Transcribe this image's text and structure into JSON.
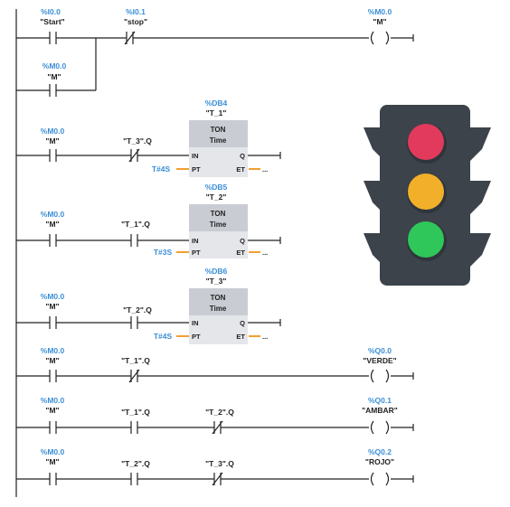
{
  "rungs": [
    {
      "contacts": [
        {
          "address": "%I0.0",
          "name": "\"Start\"",
          "type": "NO"
        },
        {
          "address": "%I0.1",
          "name": "\"stop\"",
          "type": "NC"
        }
      ],
      "branch": {
        "address": "%M0.0",
        "name": "\"M\"",
        "type": "NO"
      },
      "coil": {
        "address": "%M0.0",
        "name": "\"M\""
      }
    },
    {
      "contacts": [
        {
          "address": "%M0.0",
          "name": "\"M\"",
          "type": "NO"
        },
        {
          "name": "\"T_3\".Q",
          "type": "NC"
        }
      ],
      "timer": {
        "db": "%DB4",
        "name": "\"T_1\"",
        "type": "TON",
        "subtitle": "Time",
        "pt": "T#4S",
        "pin_in": "IN",
        "pin_pt": "PT",
        "pin_q": "Q",
        "pin_et": "ET",
        "et_tail": "..."
      }
    },
    {
      "contacts": [
        {
          "address": "%M0.0",
          "name": "\"M\"",
          "type": "NO"
        },
        {
          "name": "\"T_1\".Q",
          "type": "NO"
        }
      ],
      "timer": {
        "db": "%DB5",
        "name": "\"T_2\"",
        "type": "TON",
        "subtitle": "Time",
        "pt": "T#3S",
        "pin_in": "IN",
        "pin_pt": "PT",
        "pin_q": "Q",
        "pin_et": "ET",
        "et_tail": "..."
      }
    },
    {
      "contacts": [
        {
          "address": "%M0.0",
          "name": "\"M\"",
          "type": "NO"
        },
        {
          "name": "\"T_2\".Q",
          "type": "NO"
        }
      ],
      "timer": {
        "db": "%DB6",
        "name": "\"T_3\"",
        "type": "TON",
        "subtitle": "Time",
        "pt": "T#4S",
        "pin_in": "IN",
        "pin_pt": "PT",
        "pin_q": "Q",
        "pin_et": "ET",
        "et_tail": "..."
      }
    },
    {
      "contacts": [
        {
          "address": "%M0.0",
          "name": "\"M\"",
          "type": "NO"
        },
        {
          "name": "\"T_1\".Q",
          "type": "NC"
        }
      ],
      "coil": {
        "address": "%Q0.0",
        "name": "\"VERDE\""
      }
    },
    {
      "contacts": [
        {
          "address": "%M0.0",
          "name": "\"M\"",
          "type": "NO"
        },
        {
          "name": "\"T_1\".Q",
          "type": "NO"
        },
        {
          "name": "\"T_2\".Q",
          "type": "NC"
        }
      ],
      "coil": {
        "address": "%Q0.1",
        "name": "\"AMBAR\""
      }
    },
    {
      "contacts": [
        {
          "address": "%M0.0",
          "name": "\"M\"",
          "type": "NO"
        },
        {
          "name": "\"T_2\".Q",
          "type": "NO"
        },
        {
          "name": "\"T_3\".Q",
          "type": "NC"
        }
      ],
      "coil": {
        "address": "%Q0.2",
        "name": "\"ROJO\""
      }
    }
  ],
  "colors": {
    "address": "#3a8fd6",
    "timer_header": "#c9ccd3",
    "timer_body": "#e4e6ea",
    "orange": "#f0a030",
    "light_body": "#3d434a",
    "light_red": "#e23a5c",
    "light_yellow": "#f2b02a",
    "light_green": "#2fc75a"
  },
  "traffic_light": {
    "lamps": [
      "red",
      "yellow",
      "green"
    ]
  }
}
